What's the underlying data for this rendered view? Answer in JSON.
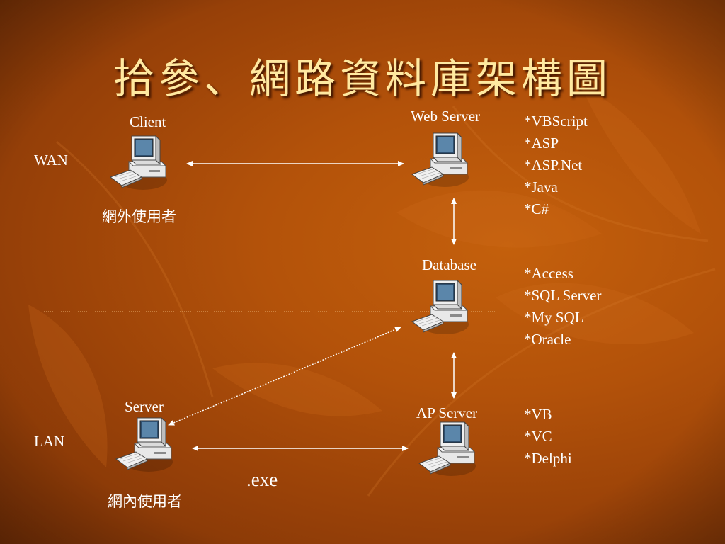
{
  "title": "拾參、網路資料庫架構圖",
  "zones": {
    "wan": "WAN",
    "lan": "LAN"
  },
  "nodes": {
    "client": {
      "label": "Client",
      "caption": "網外使用者"
    },
    "web_server": {
      "label": "Web Server"
    },
    "database": {
      "label": "Database"
    },
    "server": {
      "label": "Server",
      "caption": "網內使用者"
    },
    "ap_server": {
      "label": "AP Server"
    }
  },
  "link_labels": {
    "exe": ".exe"
  },
  "tech_lists": {
    "web_server": [
      "*VBScript",
      "*ASP",
      "*ASP.Net",
      "*Java",
      "*C#"
    ],
    "database": [
      "*Access",
      "*SQL Server",
      "*My SQL",
      "*Oracle"
    ],
    "ap_server": [
      "*VB",
      "*VC",
      "*Delphi"
    ]
  },
  "colors": {
    "title": "#ffe9a0",
    "background": "#b3520a",
    "text": "#ffffff"
  }
}
